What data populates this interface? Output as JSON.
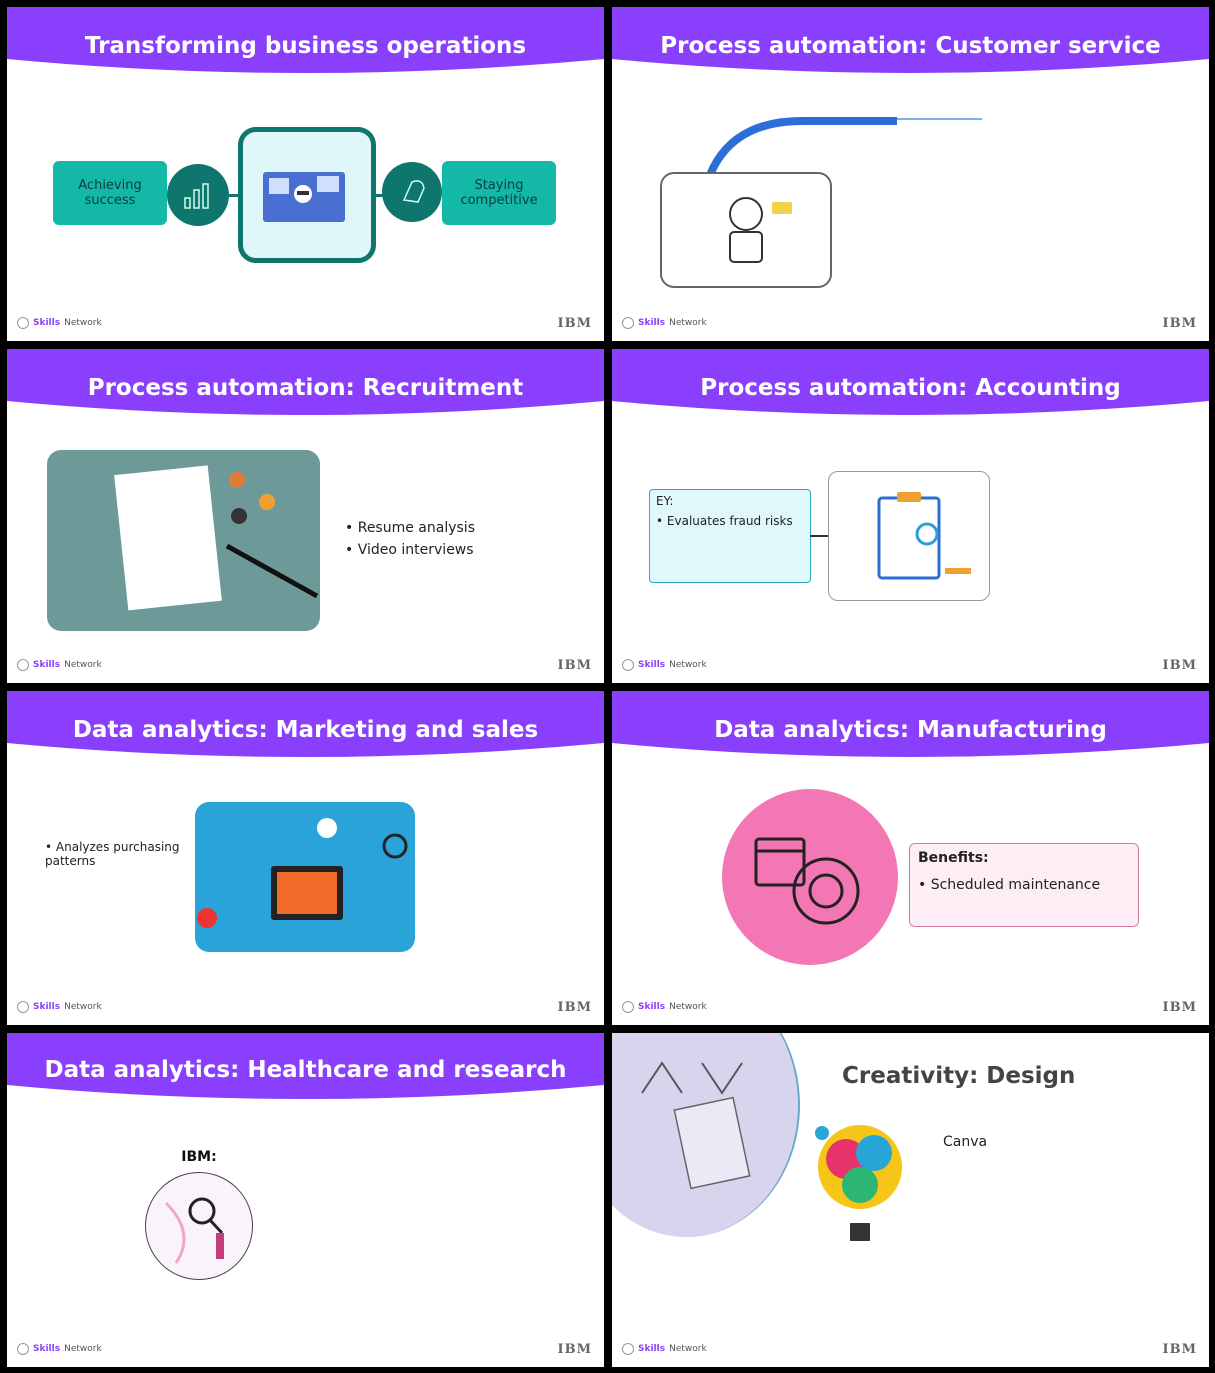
{
  "footer": {
    "skills": "Skills",
    "network": "Network",
    "ibm": "IBM"
  },
  "slides": [
    {
      "title": "Transforming business operations",
      "left_box": "Achieving success",
      "right_box": "Staying competitive"
    },
    {
      "title": "Process automation: Customer service"
    },
    {
      "title": "Process automation: Recruitment",
      "bullets": [
        "Resume analysis",
        "Video interviews"
      ]
    },
    {
      "title": "Process automation: Accounting",
      "box_heading": "EY:",
      "bullets": [
        "Evaluates fraud risks"
      ]
    },
    {
      "title": "Data analytics: Marketing and sales",
      "bullets": [
        "Analyzes purchasing patterns"
      ]
    },
    {
      "title": "Data analytics: Manufacturing",
      "box_heading": "Benefits:",
      "bullets": [
        "Scheduled maintenance"
      ]
    },
    {
      "title": "Data analytics: Healthcare and research",
      "label": "IBM:"
    },
    {
      "title": "Creativity: Design",
      "label": "Canva"
    }
  ],
  "colors": {
    "purple": "#8a3ffc",
    "teal": "#14b8a6",
    "dark_teal": "#0f766e"
  }
}
